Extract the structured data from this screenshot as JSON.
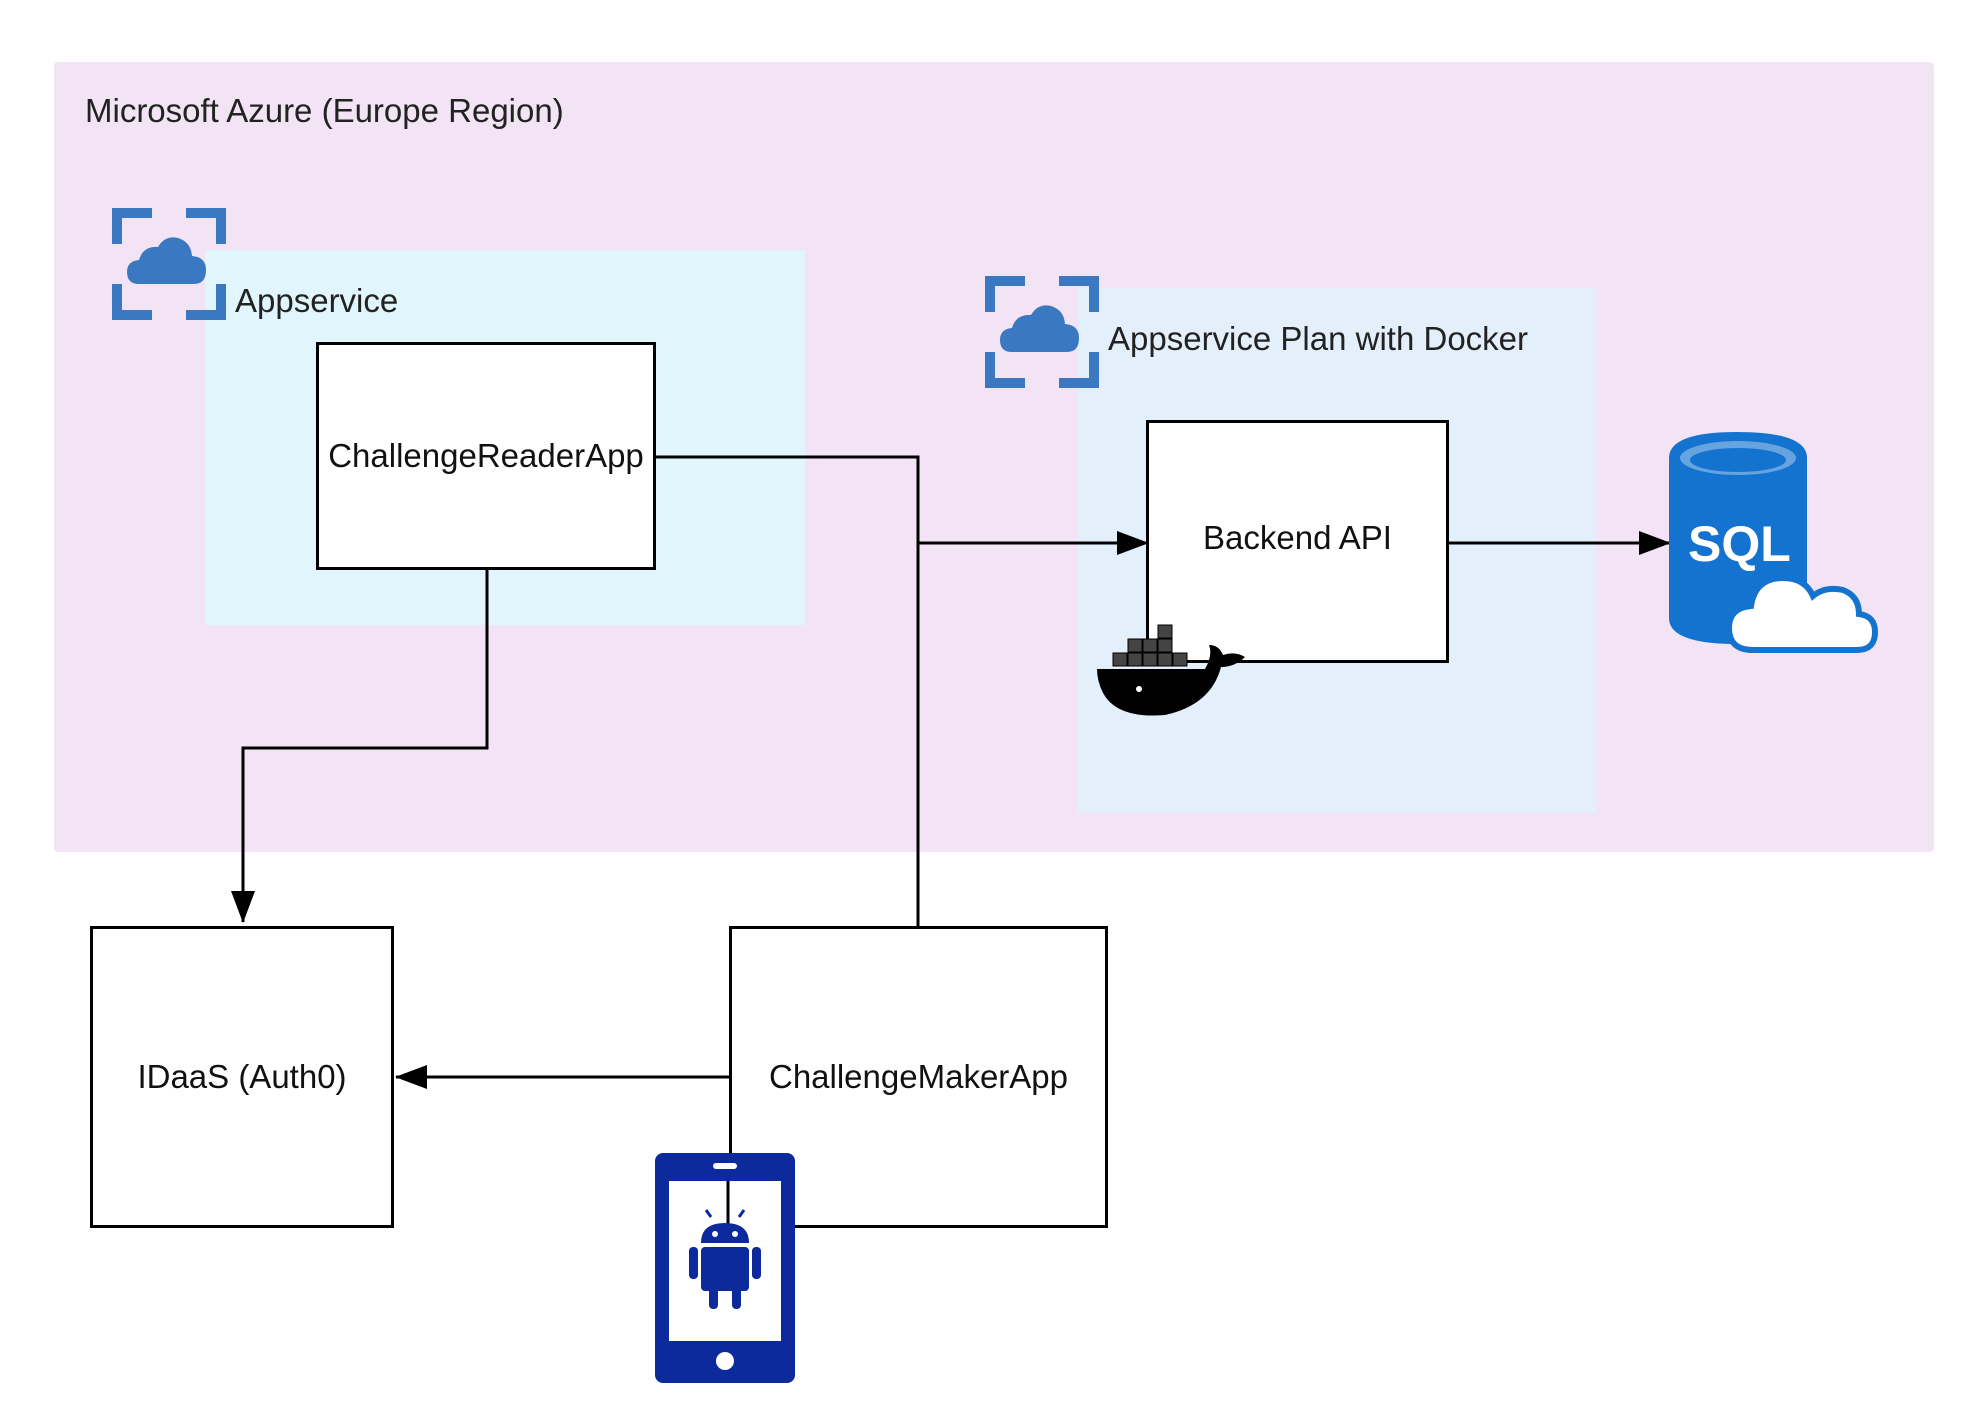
{
  "diagram": {
    "azure_region": {
      "label": "Microsoft Azure (Europe Region)"
    },
    "appservice": {
      "label": "Appservice"
    },
    "appservice_docker": {
      "label": "Appservice Plan with Docker"
    },
    "nodes": {
      "challenge_reader": "ChallengeReaderApp",
      "backend_api": "Backend API",
      "idaas": "IDaaS (Auth0)",
      "challenge_maker": "ChallengeMakerApp"
    },
    "sql_icon": {
      "label": "SQL",
      "icon": "azure-sql-database-icon"
    },
    "icons": [
      "azure-app-service-icon",
      "docker-whale-icon",
      "android-phone-icon"
    ],
    "edges": [
      {
        "from": "ChallengeReaderApp",
        "to": "Backend API"
      },
      {
        "from": "ChallengeMakerApp",
        "to": "Backend API"
      },
      {
        "from": "Backend API",
        "to": "SQL"
      },
      {
        "from": "ChallengeReaderApp",
        "to": "IDaaS (Auth0)"
      },
      {
        "from": "ChallengeMakerApp",
        "to": "IDaaS (Auth0)"
      }
    ],
    "colors": {
      "azure_region": "#f2e4f5",
      "appservice_bg": "#e1f5fc",
      "azure_blue": "#1473cf",
      "app_icon_blue": "#3b78c2",
      "android_blue": "#0d2a9c"
    }
  }
}
